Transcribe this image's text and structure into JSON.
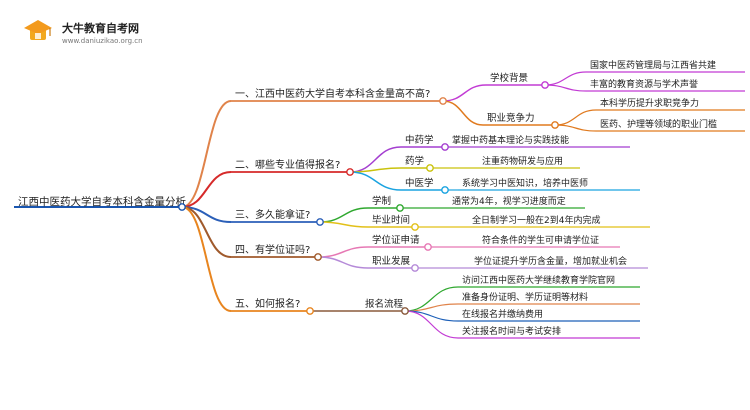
{
  "brand": {
    "title": "大牛教育自考网",
    "url": "www.daniuzikao.org.cn"
  },
  "mindmap": {
    "root": "江西中医药大学自考本科含金量分析",
    "branches": [
      {
        "label": "一、江西中医药大学自考本科含金量高不高?",
        "color": "#e0834a",
        "children": [
          {
            "label": "学校背景",
            "color": "#c23bd4",
            "leaves": [
              "国家中医药管理局与江西省共建",
              "丰富的教育资源与学术声誉"
            ]
          },
          {
            "label": "职业竞争力",
            "color": "#e07a1f",
            "leaves": [
              "本科学历提升求职竞争力",
              "医药、护理等领域的职业门槛"
            ]
          }
        ]
      },
      {
        "label": "二、哪些专业值得报名?",
        "color": "#d62a2a",
        "children": [
          {
            "label": "中药学",
            "color": "#a43fd0",
            "leaves": [
              "掌握中药基本理论与实践技能"
            ]
          },
          {
            "label": "药学",
            "color": "#c9c20c",
            "leaves": [
              "注重药物研发与应用"
            ]
          },
          {
            "label": "中医学",
            "color": "#1aa3e0",
            "leaves": [
              "系统学习中医知识，培养中医师"
            ]
          }
        ]
      },
      {
        "label": "三、多久能拿证?",
        "color": "#2b5fb8",
        "children": [
          {
            "label": "学制",
            "color": "#2fa82f",
            "leaves": [
              "通常为4年，视学习进度而定"
            ]
          },
          {
            "label": "毕业时间",
            "color": "#e2c018",
            "leaves": [
              "全日制学习一般在2到4年内完成"
            ]
          }
        ]
      },
      {
        "label": "四、有学位证吗?",
        "color": "#a05a2c",
        "children": [
          {
            "label": "学位证申请",
            "color": "#e678b4",
            "leaves": [
              "符合条件的学生可申请学位证"
            ]
          },
          {
            "label": "职业发展",
            "color": "#b58ad8",
            "leaves": [
              "学位证提升学历含金量，增加就业机会"
            ]
          }
        ]
      },
      {
        "label": "五、如何报名?",
        "color": "#e8851f",
        "children": [
          {
            "label": "报名流程",
            "color": "#8a5a3c",
            "leaves": [
              "访问江西中医药大学继续教育学院官网",
              "准备身份证明、学历证明等材料",
              "在线报名并缴纳费用",
              "关注报名时间与考试安排"
            ],
            "leaf_colors": [
              "#2fa82f",
              "#e0834a",
              "#1c5fb8",
              "#c23bd4"
            ]
          }
        ]
      }
    ]
  }
}
